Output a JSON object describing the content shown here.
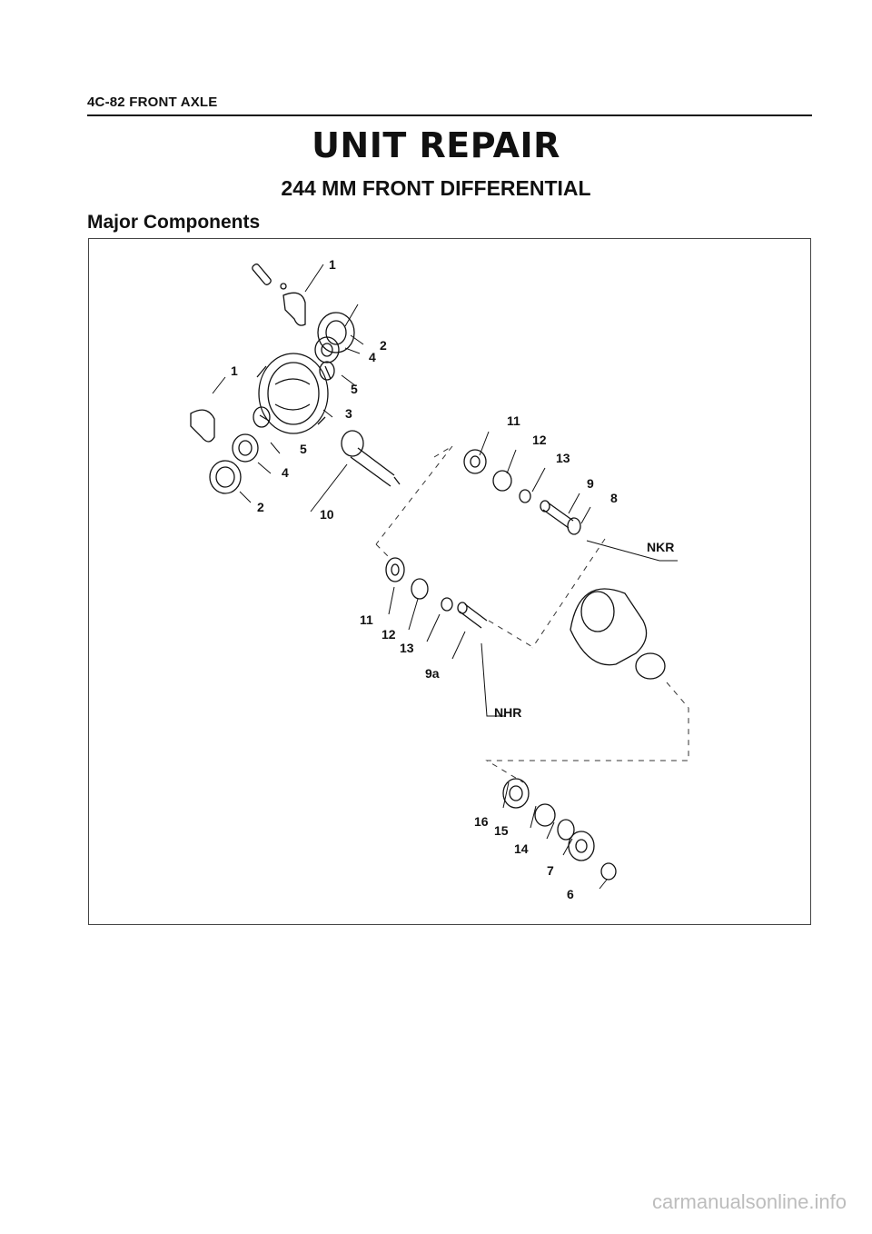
{
  "header": {
    "section_line": "4C-82 FRONT AXLE"
  },
  "title": "UNIT REPAIR",
  "subtitle": "244 MM FRONT DIFFERENTIAL",
  "section_heading": "Major Components",
  "diagram": {
    "labels": {
      "l1a": "1",
      "l1b": "1",
      "l2a": "2",
      "l2b": "2",
      "l4a": "4",
      "l4b": "4",
      "l5a": "5",
      "l5b": "5",
      "l3": "3",
      "l10": "10",
      "l11a": "11",
      "l12a": "12",
      "l13a": "13",
      "l9": "9",
      "l8": "8",
      "l11b": "11",
      "l12b": "12",
      "l13b": "13",
      "l9a": "9a",
      "l16": "16",
      "l15": "15",
      "l14": "14",
      "l7": "7",
      "l6": "6"
    },
    "variants": {
      "nkr": "NKR",
      "nhr": "NHR"
    }
  },
  "watermark": "carmanualsonline.info"
}
